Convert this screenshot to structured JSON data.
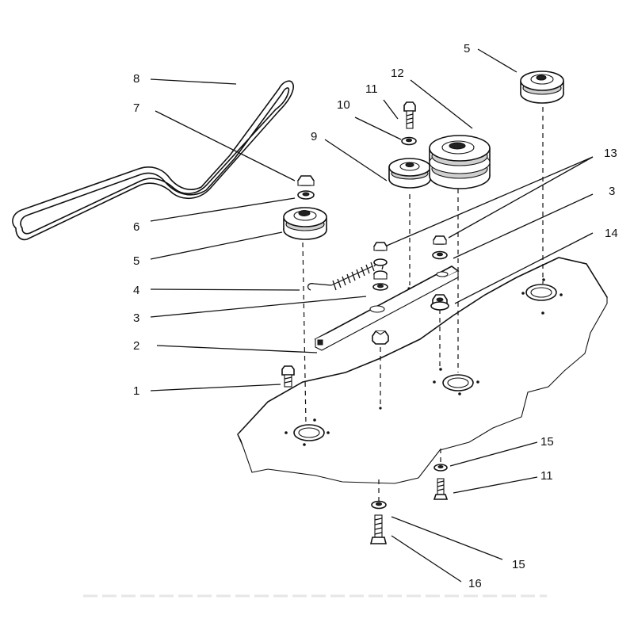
{
  "callouts": [
    {
      "id": "c1",
      "label": "1"
    },
    {
      "id": "c2",
      "label": "2"
    },
    {
      "id": "c3a",
      "label": "3"
    },
    {
      "id": "c3b",
      "label": "3"
    },
    {
      "id": "c4",
      "label": "4"
    },
    {
      "id": "c5a",
      "label": "5"
    },
    {
      "id": "c5b",
      "label": "5"
    },
    {
      "id": "c6",
      "label": "6"
    },
    {
      "id": "c7",
      "label": "7"
    },
    {
      "id": "c8",
      "label": "8"
    },
    {
      "id": "c9",
      "label": "9"
    },
    {
      "id": "c10",
      "label": "10"
    },
    {
      "id": "c11a",
      "label": "11"
    },
    {
      "id": "c11b",
      "label": "11"
    },
    {
      "id": "c12",
      "label": "12"
    },
    {
      "id": "c13",
      "label": "13"
    },
    {
      "id": "c14",
      "label": "14"
    },
    {
      "id": "c15a",
      "label": "15"
    },
    {
      "id": "c15b",
      "label": "15"
    },
    {
      "id": "c16",
      "label": "16"
    }
  ]
}
